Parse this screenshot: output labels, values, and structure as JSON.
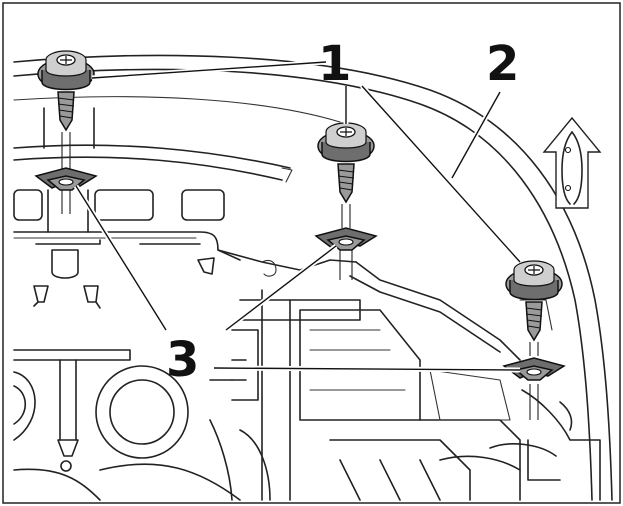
{
  "callouts": {
    "screw": "1",
    "body_panel": "2",
    "clip_nut": "3"
  },
  "icons": {
    "direction": "vehicle-forward-arrow-icon"
  },
  "colors": {
    "background": "#ffffff",
    "line": "#111111",
    "part_shade": "#9a9a9a"
  }
}
